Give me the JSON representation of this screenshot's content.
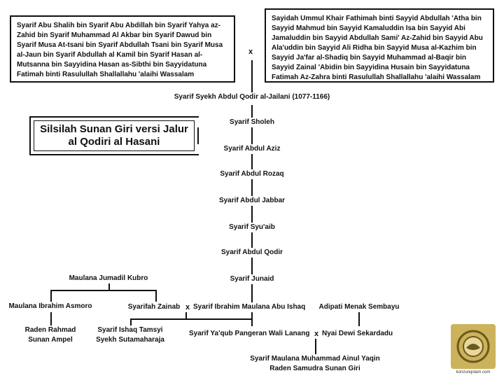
{
  "title": "Silsilah Sunan Giri versi Jalur\nal Qodiri al Hasani",
  "top_left_box": "Syarif Abu Shalih bin Syarif Abu Abdillah bin Syarif Yahya az-Zahid bin Syarif Muhammad Al Akbar bin Syarif Dawud bin Syarif Musa At-tsani bin Syarif Abdullah Tsani bin Syarif Musa al-Jaun bin Syarif Abdullah al Kamil bin Syarif Hasan al-Mutsanna bin Sayyidina Hasan as-Sibthi bin Sayyidatuna Fatimah binti Rasulullah Shallallahu 'alaihi Wassalam",
  "top_right_box": "Sayidah Ummul Khair Fathimah binti Sayyid Abdullah 'Atha bin Sayyid Mahmud bin Sayyid Kamaluddin Isa bin Sayyid Abi Jamaluddin bin Sayyid Abdullah Sami' Az-Zahid bin Sayyid Abu Ala'uddin bin Sayyid Ali Ridha bin Sayyid Musa al-Kazhim bin Sayyid Ja'far al-Shadiq bin Sayyid Muhammad al-Baqir bin Sayyid Zainal 'Abidin bin Sayyidina Husain bin Sayyidatuna Fatimah Az-Zahra binti Rasulullah Shallallahu 'alaihi Wassalam",
  "marriage_symbol": "x",
  "main_line": [
    "Syarif Syekh Abdul Qodir al-Jailani (1077-1166)",
    "Syarif Sholeh",
    "Syarif Abdul Aziz",
    "Syarif Abdul Rozaq",
    "Syarif Abdul Jabbar",
    "Syarif Syu'aib",
    "Syarif Abdul Qodir",
    "Syarif Junaid"
  ],
  "ibrahim": "Syarif Ibrahim Maulana Abu Ishaq",
  "jumadil_kubro": "Maulana Jumadil Kubro",
  "asmoro": "Maulana Ibrahim Asmoro",
  "zainab": "Syarifah Zainab",
  "ampel": "Raden Rahmad\nSunan Ampel",
  "ishaq": "Syarif Ishaq Tamsyi\nSyekh Sutamaharaja",
  "yaqub": "Syarif Ya'qub Pangeran Wali Lanang",
  "menak": "Adipati Menak Sembayu",
  "sekardadu": "Nyai Dewi Sekardadu",
  "sunan_giri": "Syarif Maulana Muhammad Ainul Yaqin\nRaden Samudra Sunan Giri",
  "logo_caption": "konzunqolam.com"
}
